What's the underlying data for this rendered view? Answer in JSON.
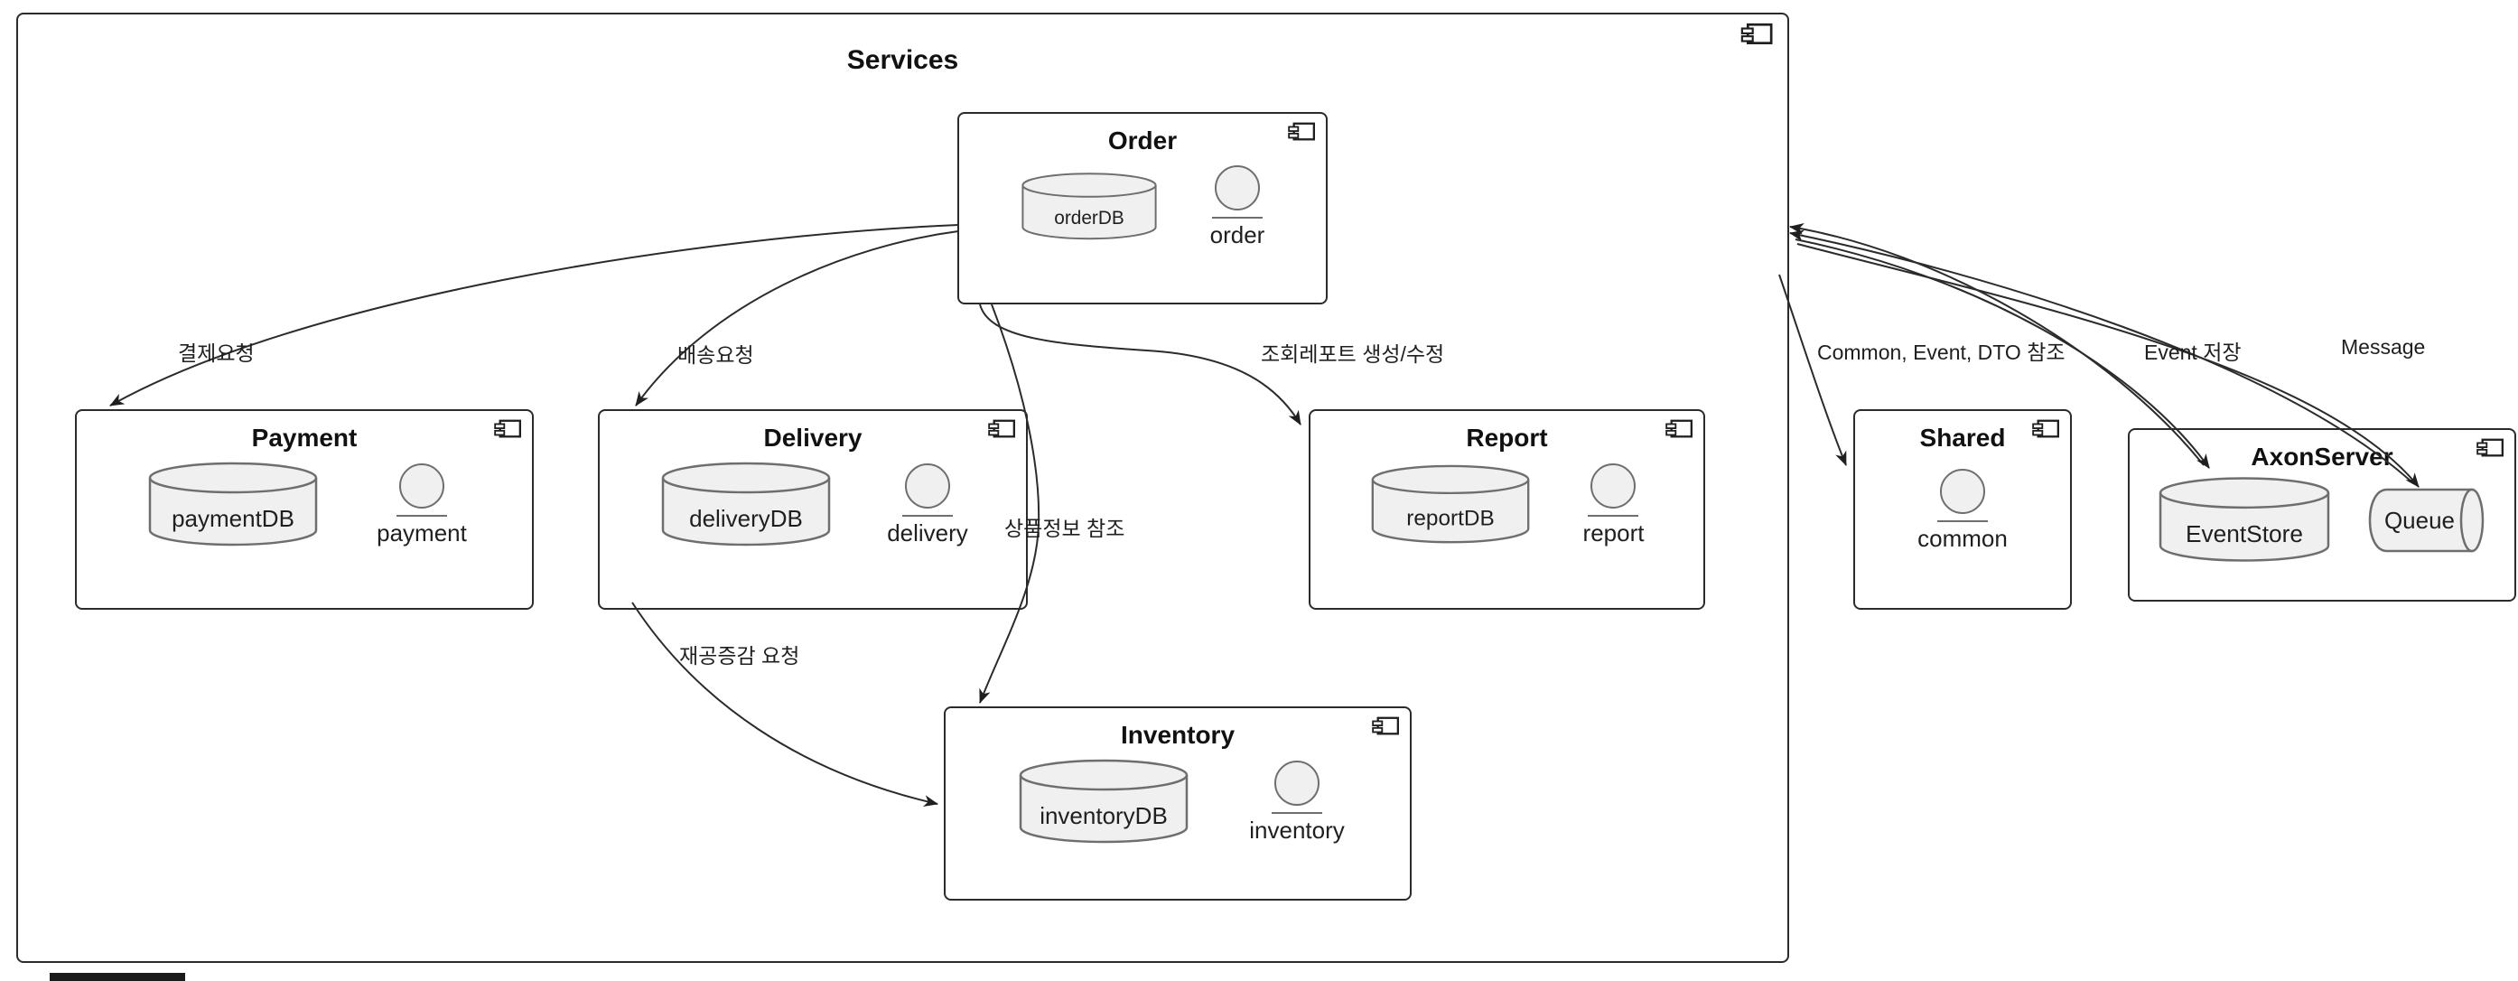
{
  "package": {
    "title": "Services"
  },
  "components": {
    "order": {
      "title": "Order",
      "db": "orderDB",
      "iface": "order"
    },
    "payment": {
      "title": "Payment",
      "db": "paymentDB",
      "iface": "payment"
    },
    "delivery": {
      "title": "Delivery",
      "db": "deliveryDB",
      "iface": "delivery"
    },
    "report": {
      "title": "Report",
      "db": "reportDB",
      "iface": "report"
    },
    "inventory": {
      "title": "Inventory",
      "db": "inventoryDB",
      "iface": "inventory"
    },
    "shared": {
      "title": "Shared",
      "iface": "common"
    },
    "axonserver": {
      "title": "AxonServer",
      "store": "EventStore",
      "queue": "Queue"
    }
  },
  "edges": {
    "order_payment": {
      "from": "Order",
      "to": "Payment",
      "label": "결제요청"
    },
    "order_delivery": {
      "from": "Order",
      "to": "Delivery",
      "label": "배송요청"
    },
    "order_report": {
      "from": "Order",
      "to": "Report",
      "label": "조회레포트 생성/수정"
    },
    "order_inventory": {
      "from": "Order",
      "to": "Inventory",
      "label": "상품정보 참조"
    },
    "delivery_inventory": {
      "from": "Delivery",
      "to": "Inventory",
      "label": "재공증감 요청"
    },
    "services_shared": {
      "from": "Services",
      "to": "Shared",
      "label": "Common, Event, DTO 참조"
    },
    "services_eventstore": {
      "from": "Services",
      "to": "EventStore",
      "label": "Event 저장"
    },
    "services_queue": {
      "from": "Services",
      "to": "Queue",
      "label": "Message"
    }
  },
  "colors": {
    "line": "#2b2b2b",
    "shape_fill": "#f0f0f0",
    "shape_stroke": "#6e6e6e"
  }
}
